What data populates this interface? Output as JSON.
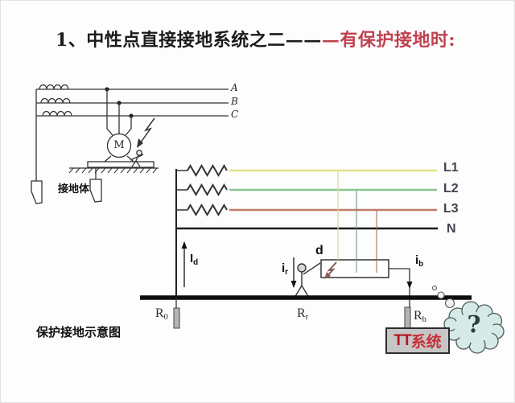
{
  "title": {
    "black": "1、中性点直接接地系统之二——",
    "red": "—有保护接地时:",
    "red_color": "#bf4250"
  },
  "left_circuit": {
    "phase_labels": [
      "A",
      "B",
      "C"
    ],
    "motor_label": "M",
    "electrode_label": "接地体"
  },
  "network": {
    "lines": [
      {
        "label": "L1",
        "color": "#e4df86"
      },
      {
        "label": "L2",
        "color": "#85c690"
      },
      {
        "label": "L3",
        "color": "#c27c69"
      },
      {
        "label": "N",
        "color": "#1c1c1c"
      }
    ],
    "drop_colors": {
      "l1": "#dcd898",
      "l2": "#6d9270",
      "l3": "#9c6656"
    },
    "fault_label": "d",
    "currents": {
      "id_base": "I",
      "id_sub": "d",
      "ir_base": "i",
      "ir_sub": "r",
      "ib_base": "i",
      "ib_sub": "b"
    },
    "resistances": {
      "r0_base": "R",
      "r0_sub": "0",
      "rr_base": "R",
      "rr_sub": "r",
      "rb_base": "R",
      "rb_sub": "b"
    }
  },
  "caption": "保护接地示意图",
  "tt_box": {
    "tt": "TT",
    "rest": "系统",
    "bg": "#c6c6c6",
    "text_color": "#b3141c"
  },
  "thought": {
    "question": "?",
    "cloud_color": "#d6ebe8"
  }
}
